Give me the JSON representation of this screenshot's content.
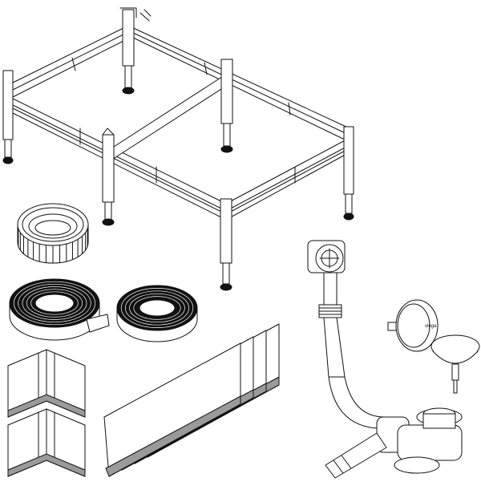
{
  "figure": {
    "title": "",
    "components": [
      {
        "id": "bathtub-support-frame",
        "icon": "adjustable-leg-frame"
      },
      {
        "id": "sound-insulation-strip-roll",
        "icon": "ribbed-tape-roll"
      },
      {
        "id": "sealing-tape-roll-large",
        "icon": "tape-roll"
      },
      {
        "id": "sealing-tape-roll-small",
        "icon": "tape-roll"
      },
      {
        "id": "corner-wall-seal-upper",
        "icon": "corner-profile"
      },
      {
        "id": "corner-wall-seal-lower",
        "icon": "corner-profile"
      },
      {
        "id": "edge-sealing-strips",
        "icon": "sealing-strip-set",
        "count_shown": 4
      },
      {
        "id": "waste-overflow-drain-set",
        "icon": "drain-pipe-assembly"
      },
      {
        "id": "overflow-cover-cap",
        "icon": "round-cap"
      },
      {
        "id": "drain-plug",
        "icon": "pop-up-plug"
      }
    ],
    "brand_mark_on_cap": "viega",
    "colors": {
      "line": "#111111",
      "paper": "#ffffff",
      "shade": "#9a9a9a"
    }
  }
}
